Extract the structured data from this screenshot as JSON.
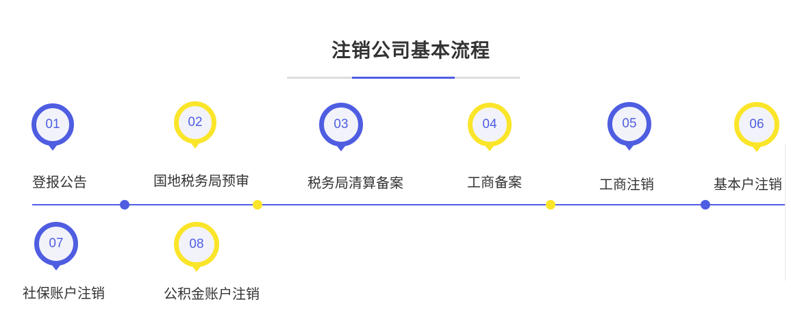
{
  "title": "注销公司基本流程",
  "colors": {
    "accent_blue": "#4f5de1",
    "accent_yellow": "#fae52a",
    "pin_fill": "#f2f3fa",
    "text": "#333333"
  },
  "steps": [
    {
      "num": "01",
      "label": "登报公告",
      "color": "blue"
    },
    {
      "num": "02",
      "label": "国地税务局预审",
      "color": "yellow"
    },
    {
      "num": "03",
      "label": "税务局清算备案",
      "color": "blue"
    },
    {
      "num": "04",
      "label": "工商备案",
      "color": "yellow"
    },
    {
      "num": "05",
      "label": "工商注销",
      "color": "blue"
    },
    {
      "num": "06",
      "label": "基本户注销",
      "color": "yellow"
    },
    {
      "num": "07",
      "label": "社保账户注销",
      "color": "blue"
    },
    {
      "num": "08",
      "label": "公积金账户注销",
      "color": "yellow"
    }
  ]
}
